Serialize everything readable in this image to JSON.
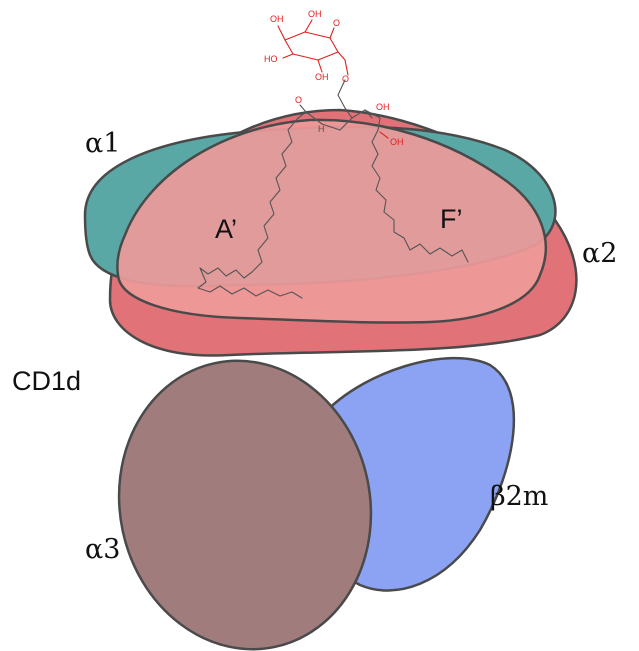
{
  "labels": {
    "alpha1": "α1",
    "alpha2": "α2",
    "alpha3": "α3",
    "beta2m": "β2m",
    "cd1d": "CD1d",
    "pocket_a": "A’",
    "pocket_f": "F’"
  },
  "ligand_atoms": {
    "oh1": "OH",
    "oh2": "OH",
    "oh3": "HO",
    "oh4": "OH",
    "ring_o": "O",
    "glyco_o": "O",
    "carbonyl_o": "O",
    "amide_h": "H",
    "oh5": "OH",
    "oh6": "OH"
  },
  "colors": {
    "alpha1_fill": "#5aa8a6",
    "alpha2_back_fill": "#e07278",
    "platform_fill": "#ee9a9a",
    "alpha3_fill": "#a17c7c",
    "beta2m_fill": "#8ba3f2",
    "outline": "#4a4a4a",
    "ligand_red": "#e02020",
    "ligand_chain": "#555555"
  }
}
